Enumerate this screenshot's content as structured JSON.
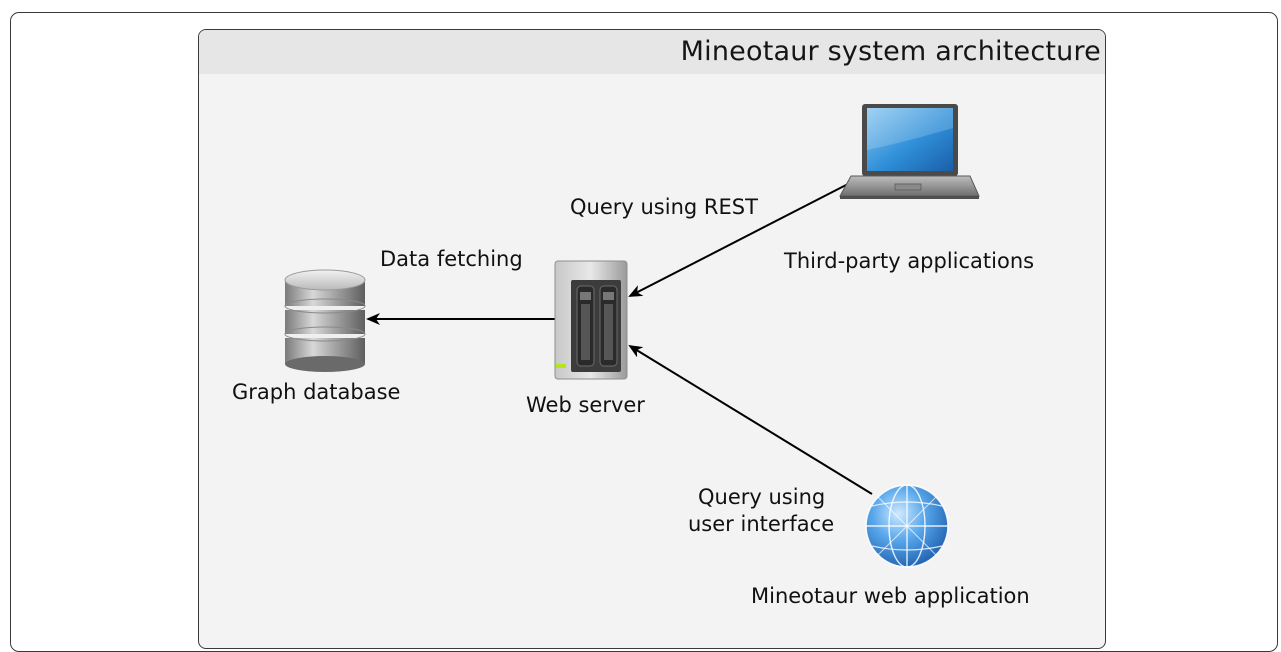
{
  "diagram": {
    "title": "Mineotaur system architecture",
    "nodes": {
      "graph_database": {
        "label": "Graph database",
        "icon": "database-icon"
      },
      "web_server": {
        "label": "Web server",
        "icon": "server-icon"
      },
      "third_party": {
        "label": "Third-party applications",
        "icon": "laptop-icon"
      },
      "web_app": {
        "label": "Mineotaur web application",
        "icon": "globe-icon"
      }
    },
    "edges": {
      "data_fetching": {
        "label": "Data fetching",
        "from": "web_server",
        "to": "graph_database"
      },
      "query_rest": {
        "label": "Query using REST",
        "from": "third_party",
        "to": "web_server"
      },
      "query_ui": {
        "label_line1": "Query using",
        "label_line2": "user interface",
        "from": "web_app",
        "to": "web_server"
      }
    },
    "colors": {
      "server_led": "#b6e61a",
      "laptop_screen": "#2f8fd8",
      "globe": "#2f7fd0"
    }
  }
}
